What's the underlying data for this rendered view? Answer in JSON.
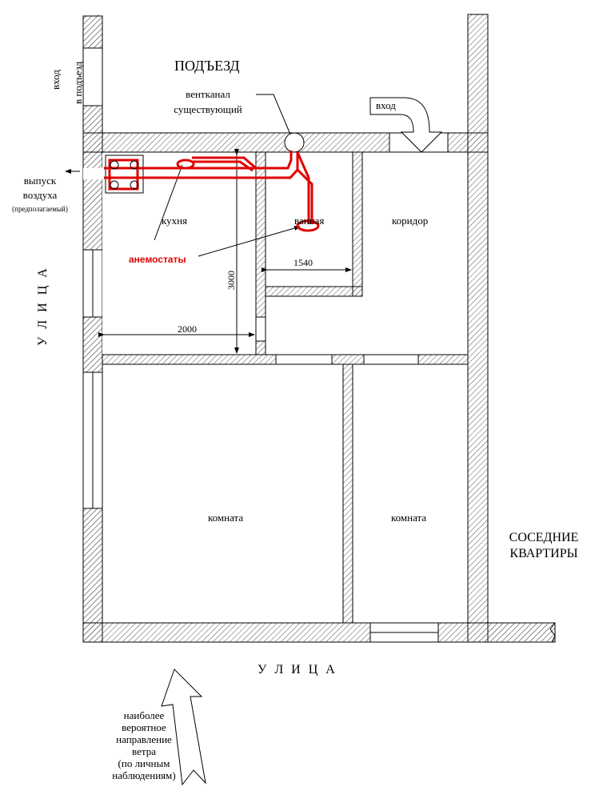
{
  "labels": {
    "stairwell": "ПОДЪЕЗД",
    "vent_line1": "вентканал",
    "vent_line2": "существующий",
    "entry_stair_line1": "вход",
    "entry_stair_line2": "в подъезд",
    "entry": "вход",
    "air_out_line1": "выпуск",
    "air_out_line2": "воздуха",
    "air_out_line3": "(предполагаемый)",
    "kitchen": "кухня",
    "bathroom": "ванная",
    "corridor": "коридор",
    "room_left": "комната",
    "room_right": "комната",
    "anemostats": "анемостаты",
    "street_left": "У Л И Ц А",
    "street_bottom": "У Л И Ц А",
    "neighbors_line1": "СОСЕДНИЕ",
    "neighbors_line2": "КВАРТИРЫ",
    "wind_lines": [
      "наиболее",
      "вероятное",
      "направление",
      "ветра",
      "(по личным",
      "наблюдениям)"
    ]
  },
  "dimensions": {
    "kitchen_width": "2000",
    "kitchen_length": "3000",
    "bathroom_width": "1540"
  },
  "colors": {
    "duct": "#e00000",
    "hatch": "#555555"
  }
}
